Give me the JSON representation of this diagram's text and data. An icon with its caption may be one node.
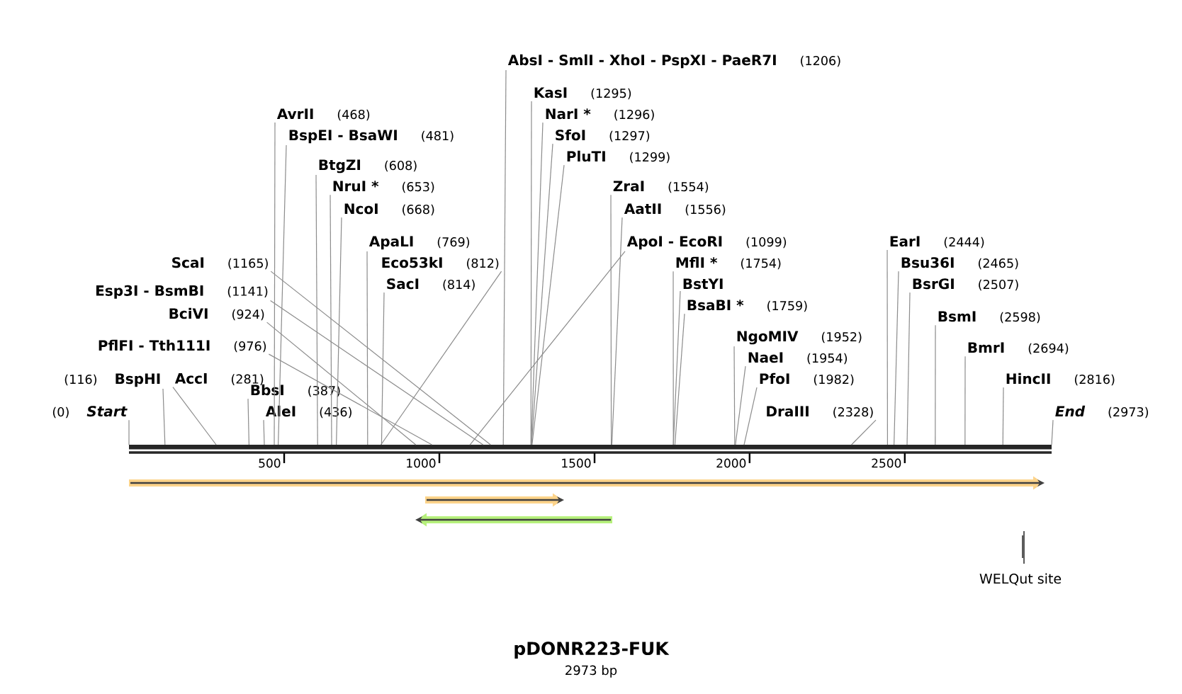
{
  "diagram": {
    "title": "pDONR223-FUK",
    "caption": "2973 bp",
    "nodes": [
      {
        "text": [
          "AbsI - SmlI - XhoI - PspXI - PaeR7I",
          "(1206)"
        ]
      },
      {
        "text": [
          "KasI",
          "(1295)"
        ]
      },
      {
        "text": [
          "AvrII",
          "(468)"
        ]
      },
      {
        "text": [
          "NarI *",
          "(1296)"
        ]
      },
      {
        "text": [
          "BspEI - BsaWI",
          "(481)"
        ]
      },
      {
        "text": [
          "SfoI",
          "(1297)"
        ]
      },
      {
        "text": [
          "PluTI",
          "(1299)"
        ]
      },
      {
        "text": [
          "BtgZI",
          "(608)"
        ]
      },
      {
        "text": [
          "NruI *",
          "(653)"
        ]
      },
      {
        "text": [
          "ZraI",
          "(1554)"
        ]
      },
      {
        "text": [
          "NcoI",
          "(668)"
        ]
      },
      {
        "text": [
          "AatII",
          "(1556)"
        ]
      },
      {
        "text": [
          "ApaLI",
          "(769)"
        ]
      },
      {
        "text": [
          "EarI",
          "(2444)"
        ]
      },
      {
        "text": [
          "Eco53kI",
          "(812)"
        ]
      },
      {
        "text": [
          "MflI *",
          "(1754)"
        ]
      },
      {
        "text": [
          "Bsu36I",
          "(2465)"
        ]
      },
      {
        "text": [
          "SacI",
          "(814)"
        ]
      },
      {
        "text": [
          "BstYI"
        ]
      },
      {
        "text": [
          "BsrGI",
          "(2507)"
        ]
      },
      {
        "text": [
          "BsaBI *",
          "(1759)"
        ]
      },
      {
        "text": [
          "BciVI",
          "(924)"
        ]
      },
      {
        "text": [
          "BsmI",
          "(2598)"
        ]
      },
      {
        "text": [
          "PflFI - Tth111I",
          "(976)"
        ]
      },
      {
        "text": [
          "NgoMIV",
          "(1952)"
        ]
      },
      {
        "text": [
          "BmrI",
          "(2694)"
        ]
      },
      {
        "text": [
          "AccI",
          "(281)"
        ]
      },
      {
        "text": [
          "NaeI",
          "(1954)"
        ]
      },
      {
        "text": [
          "ApoI - EcoRI",
          "(1099)"
        ]
      },
      {
        "text": [
          "(116)",
          "BspHI"
        ]
      },
      {
        "text": [
          "PfoI",
          "(1982)"
        ]
      },
      {
        "text": [
          "HincII",
          "(2816)"
        ]
      },
      {
        "text": [
          "Esp3I - BsmBI",
          "(1141)"
        ]
      },
      {
        "text": [
          "BbsI",
          "(387)"
        ]
      },
      {
        "text": [
          "(0)",
          "Start"
        ]
      },
      {
        "text": [
          "AleI",
          "(436)"
        ]
      },
      {
        "text": [
          "ScaI",
          "(1165)"
        ]
      },
      {
        "text": [
          "DraIII",
          "(2328)"
        ]
      },
      {
        "text": [
          "End",
          "(2973)"
        ]
      },
      {
        "text": [],
        "shape": "bar"
      }
    ],
    "edges": [
      {
        "from": 0,
        "to": 39,
        "arrow": "none"
      },
      {
        "from": 1,
        "to": 39,
        "arrow": "none"
      },
      {
        "from": 2,
        "to": 39,
        "arrow": "none"
      },
      {
        "from": 3,
        "to": 39,
        "arrow": "none"
      },
      {
        "from": 4,
        "to": 39,
        "arrow": "none"
      },
      {
        "from": 5,
        "to": 39,
        "arrow": "none"
      },
      {
        "from": 6,
        "to": 39,
        "arrow": "none"
      },
      {
        "from": 7,
        "to": 39,
        "arrow": "none"
      },
      {
        "from": 8,
        "to": 39,
        "arrow": "none"
      },
      {
        "from": 9,
        "to": 39,
        "arrow": "none"
      },
      {
        "from": 10,
        "to": 39,
        "arrow": "none"
      },
      {
        "from": 11,
        "to": 39,
        "arrow": "none"
      },
      {
        "from": 12,
        "to": 39,
        "arrow": "none"
      },
      {
        "from": 13,
        "to": 39,
        "arrow": "none"
      },
      {
        "from": 14,
        "to": 39,
        "arrow": "none"
      },
      {
        "from": 15,
        "to": 39,
        "arrow": "none"
      },
      {
        "from": 16,
        "to": 39,
        "arrow": "none"
      },
      {
        "from": 17,
        "to": 39,
        "arrow": "none"
      },
      {
        "from": 18,
        "to": 39,
        "arrow": "none"
      },
      {
        "from": 19,
        "to": 39,
        "arrow": "none"
      },
      {
        "from": 20,
        "to": 39,
        "arrow": "none"
      },
      {
        "from": 21,
        "to": 39,
        "arrow": "none"
      },
      {
        "from": 22,
        "to": 39,
        "arrow": "none"
      },
      {
        "from": 23,
        "to": 39,
        "arrow": "none"
      },
      {
        "from": 24,
        "to": 39,
        "arrow": "none"
      },
      {
        "from": 25,
        "to": 39,
        "arrow": "none"
      },
      {
        "from": 26,
        "to": 39,
        "arrow": "none"
      },
      {
        "from": 27,
        "to": 39,
        "arrow": "none"
      },
      {
        "from": 28,
        "to": 39,
        "arrow": "none"
      },
      {
        "from": 29,
        "to": 39,
        "arrow": "none"
      },
      {
        "from": 30,
        "to": 39,
        "arrow": "none"
      },
      {
        "from": 31,
        "to": 39,
        "arrow": "none"
      },
      {
        "from": 32,
        "to": 39,
        "arrow": "none"
      },
      {
        "from": 33,
        "to": 39,
        "arrow": "none"
      },
      {
        "from": 34,
        "to": 39,
        "arrow": "none"
      },
      {
        "from": 35,
        "to": 39,
        "arrow": "none"
      },
      {
        "from": 36,
        "to": 39,
        "arrow": "none"
      },
      {
        "from": 37,
        "to": 39,
        "arrow": "none"
      },
      {
        "from": 38,
        "to": 39,
        "arrow": "none"
      }
    ],
    "labels": [
      "500",
      "1000",
      "1500",
      "2000",
      "2500",
      "WELQut site"
    ]
  }
}
